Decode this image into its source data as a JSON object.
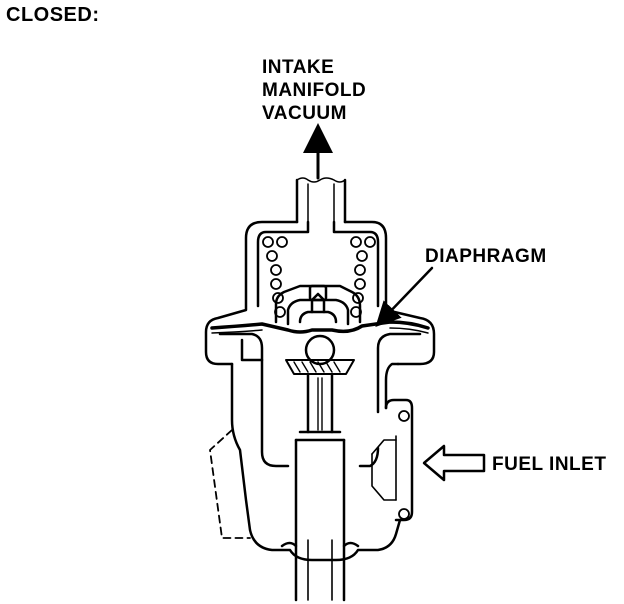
{
  "title": "CLOSED:",
  "labels": {
    "intake_line1": "INTAKE",
    "intake_line2": "MANIFOLD",
    "intake_line3": "VACUUM",
    "diaphragm": "DIAPHRAGM",
    "fuel_inlet": "FUEL INLET"
  },
  "colors": {
    "ink": "#000000",
    "paper": "#ffffff"
  }
}
